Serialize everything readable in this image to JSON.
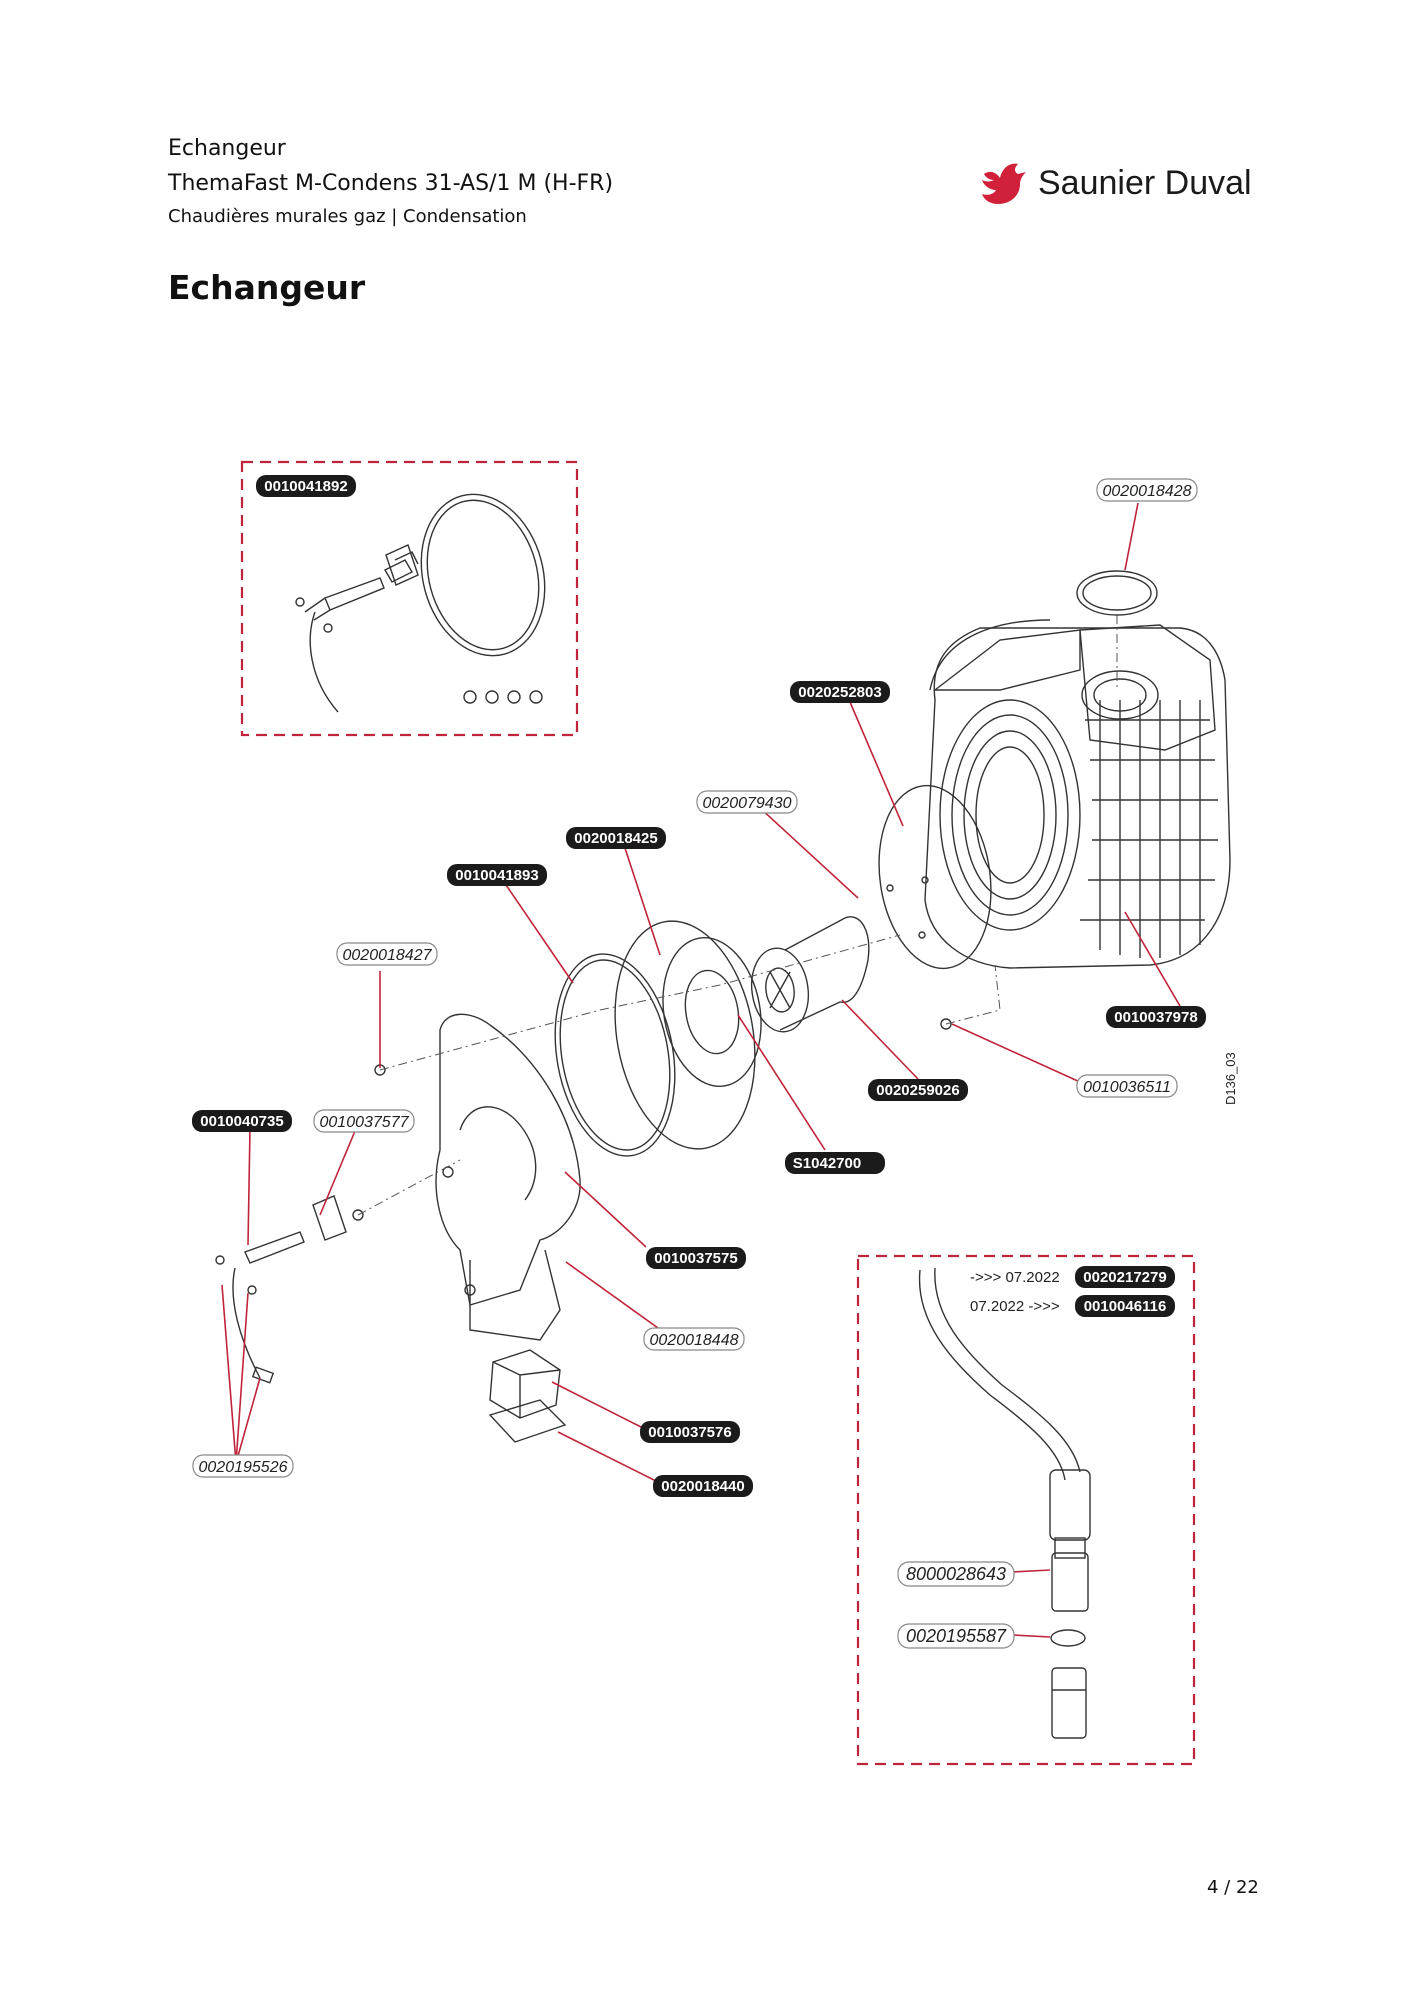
{
  "header": {
    "section": "Echangeur",
    "model": "ThemaFast M-Condens  31-AS/1 M (H-FR)",
    "category": "Chaudières murales gaz | Condensation"
  },
  "brand": {
    "name": "Saunier Duval",
    "color": "#d0203a"
  },
  "page_title": "Echangeur",
  "drawing_ref": "D136_03",
  "version_notes": {
    "before": "->>> 07.2022",
    "after": "07.2022 ->>>"
  },
  "parts": {
    "p0010041892": "0010041892",
    "p0020018428": "0020018428",
    "p0020252803": "0020252803",
    "p0020079430": "0020079430",
    "p0020018425": "0020018425",
    "p0010041893": "0010041893",
    "p0020018427": "0020018427",
    "p0010037978": "0010037978",
    "p0020259026": "0020259026",
    "p0010036511": "0010036511",
    "p0010040735": "0010040735",
    "p0010037577": "0010037577",
    "pS1042700": "S1042700",
    "p0010037575": "0010037575",
    "p0020018448": "0020018448",
    "p0010037576": "0010037576",
    "p0020018440": "0020018440",
    "p0020195526": "0020195526",
    "p0020217279": "0020217279",
    "p0010046116": "0010046116",
    "p8000028643": "8000028643",
    "p0020195587": "0020195587"
  },
  "colors": {
    "accent": "#c0243a",
    "tag_dark": "#1b1b1b"
  },
  "footer": {
    "page_number": "4 / 22"
  }
}
